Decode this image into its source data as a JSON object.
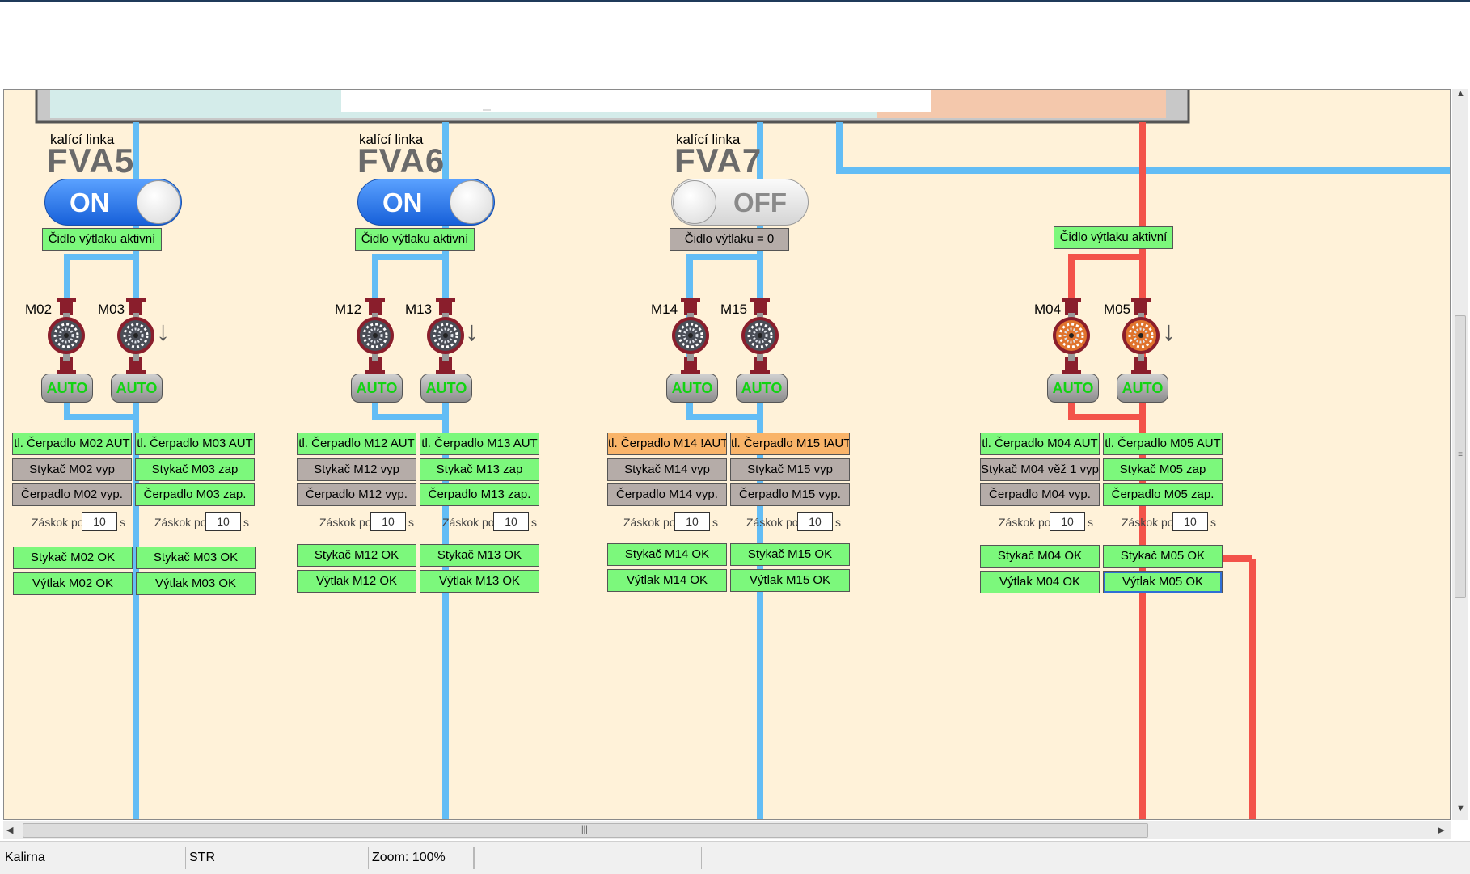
{
  "statusbar": {
    "area": "Kalirna",
    "mode": "STR",
    "zoom": "Zoom: 100%",
    "extra": ""
  },
  "lines": [
    {
      "caption": "kalící linka",
      "name": "FVA5",
      "switch": "ON",
      "sensor": "Čidlo výtlaku aktivní",
      "pumps": [
        {
          "id": "M02",
          "auto": "AUTO",
          "button": "tl. Čerpadlo M02 AUT",
          "contactor": "Stykač M02 vyp",
          "state": "Čerpadlo M02 vyp.",
          "delay_label": "Záskok po",
          "delay": "10",
          "unit": "s",
          "contactor_ok": "Stykač M02 OK",
          "pressure_ok": "Výtlak M02 OK"
        },
        {
          "id": "M03",
          "auto": "AUTO",
          "button": "tl. Čerpadlo M03 AUT",
          "contactor": "Stykač M03 zap",
          "state": "Čerpadlo M03 zap.",
          "delay_label": "Záskok po",
          "delay": "10",
          "unit": "s",
          "contactor_ok": "Stykač M03 OK",
          "pressure_ok": "Výtlak M03 OK"
        }
      ]
    },
    {
      "caption": "kalící linka",
      "name": "FVA6",
      "switch": "ON",
      "sensor": "Čidlo výtlaku aktivní",
      "pumps": [
        {
          "id": "M12",
          "auto": "AUTO",
          "button": "tl. Čerpadlo M12 AUT",
          "contactor": "Stykač M12 vyp",
          "state": "Čerpadlo M12 vyp.",
          "delay_label": "Záskok po",
          "delay": "10",
          "unit": "s",
          "contactor_ok": "Stykač M12 OK",
          "pressure_ok": "Výtlak M12 OK"
        },
        {
          "id": "M13",
          "auto": "AUTO",
          "button": "tl. Čerpadlo M13 AUT",
          "contactor": "Stykač M13 zap",
          "state": "Čerpadlo M13 zap.",
          "delay_label": "Záskok po",
          "delay": "10",
          "unit": "s",
          "contactor_ok": "Stykač M13 OK",
          "pressure_ok": "Výtlak M13 OK"
        }
      ]
    },
    {
      "caption": "kalící linka",
      "name": "FVA7",
      "switch": "OFF",
      "sensor": "Čidlo výtlaku = 0",
      "pumps": [
        {
          "id": "M14",
          "auto": "AUTO",
          "button": "tl. Čerpadlo M14 !AUT",
          "contactor": "Stykač M14 vyp",
          "state": "Čerpadlo M14 vyp.",
          "delay_label": "Záskok po",
          "delay": "10",
          "unit": "s",
          "contactor_ok": "Stykač M14 OK",
          "pressure_ok": "Výtlak M14 OK"
        },
        {
          "id": "M15",
          "auto": "AUTO",
          "button": "tl. Čerpadlo M15 !AUT",
          "contactor": "Stykač M15 vyp",
          "state": "Čerpadlo M15 vyp.",
          "delay_label": "Záskok po",
          "delay": "10",
          "unit": "s",
          "contactor_ok": "Stykač M15 OK",
          "pressure_ok": "Výtlak M15 OK"
        }
      ]
    },
    {
      "sensor": "Čidlo výtlaku aktivní",
      "pumps": [
        {
          "id": "M04",
          "auto": "AUTO",
          "button": "tl. Čerpadlo M04 AUT",
          "contactor": "Stykač M04 věž 1 vyp",
          "state": "Čerpadlo M04 vyp.",
          "delay_label": "Záskok po",
          "delay": "10",
          "unit": "s",
          "contactor_ok": "Stykač M04 OK",
          "pressure_ok": "Výtlak M04 OK"
        },
        {
          "id": "M05",
          "auto": "AUTO",
          "button": "tl. Čerpadlo M05 AUT",
          "contactor": "Stykač M05 zap",
          "state": "Čerpadlo M05 zap.",
          "delay_label": "Záskok po",
          "delay": "10",
          "unit": "s",
          "contactor_ok": "Stykač M05 OK",
          "pressure_ok": "Výtlak M05 OK"
        }
      ]
    }
  ],
  "colors": {
    "cold_pipe": "#63bdf5",
    "hot_pipe": "#f3534a",
    "status_ok": "#7cf87c",
    "status_off": "#b5aca8",
    "status_warn": "#f9b469",
    "background": "#fff2d9"
  }
}
